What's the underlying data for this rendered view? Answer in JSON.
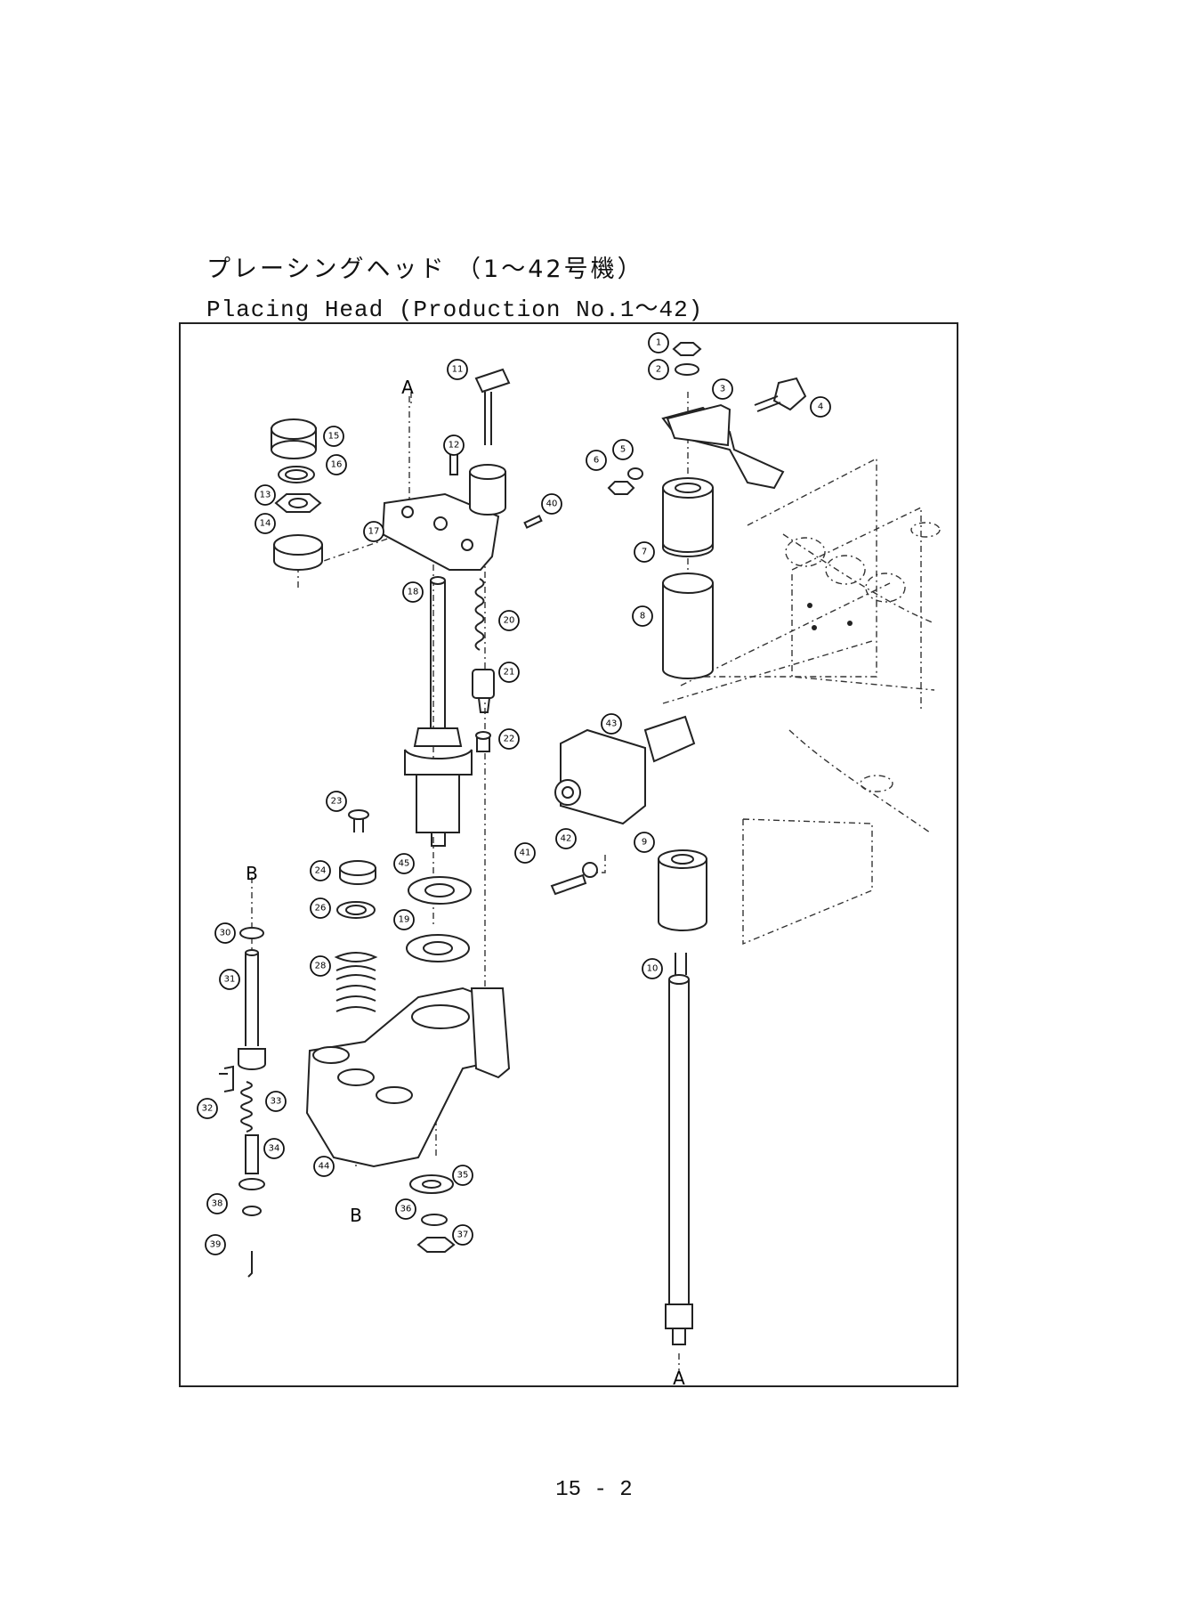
{
  "title_jp": "プレーシングヘッド （1～42号機）",
  "title_en": "Placing Head (Production No.1～42)",
  "page_number": "15 - 2",
  "reference_marks": [
    "A",
    "A",
    "B",
    "B"
  ],
  "callouts": [
    "1",
    "2",
    "3",
    "4",
    "5",
    "6",
    "7",
    "8",
    "9",
    "10",
    "11",
    "12",
    "13",
    "14",
    "15",
    "16",
    "17",
    "18",
    "20",
    "21",
    "22",
    "23",
    "24",
    "26",
    "28",
    "30",
    "31",
    "32",
    "33",
    "34",
    "35",
    "36",
    "37",
    "38",
    "39",
    "40",
    "41",
    "42",
    "43",
    "44",
    "45",
    "19"
  ]
}
